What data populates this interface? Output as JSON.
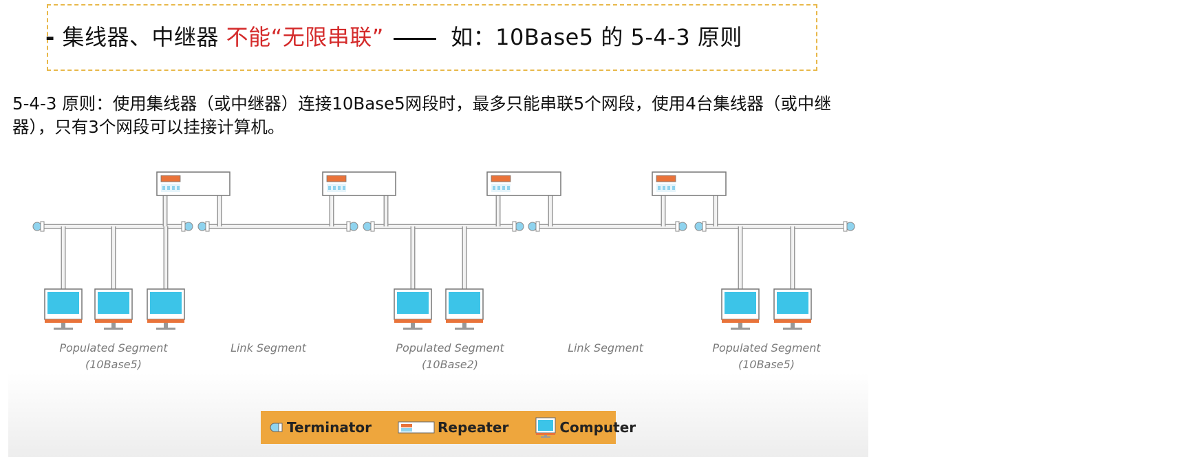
{
  "headline": {
    "bullet": "-",
    "part1": "集线器、中继器",
    "part2_red": "不能“无限串联”",
    "part3": "如：10Base5 的 5-4-3 原则"
  },
  "description": "5-4-3 原则：使用集线器（或中继器）连接10Base5网段时，最多只能串联5个网段，使用4台集线器（或中继器），只有3个网段可以挂接计算机。",
  "segments": [
    {
      "name": "Populated Segment",
      "sub": "(10Base5)"
    },
    {
      "name": "Link Segment",
      "sub": ""
    },
    {
      "name": "Populated Segment",
      "sub": "(10Base2)"
    },
    {
      "name": "Link Segment",
      "sub": ""
    },
    {
      "name": "Populated Segment",
      "sub": "(10Base5)"
    }
  ],
  "legend": {
    "terminator": "Terminator",
    "repeater": "Repeater",
    "computer": "Computer"
  },
  "colors": {
    "accent_red": "#d42a2a",
    "legend_bg": "#eea63d",
    "screen": "#3cc4e8",
    "repeater_display": "#e9733a",
    "terminator": "#8fd3ee",
    "cable": "#bdbdbd"
  }
}
